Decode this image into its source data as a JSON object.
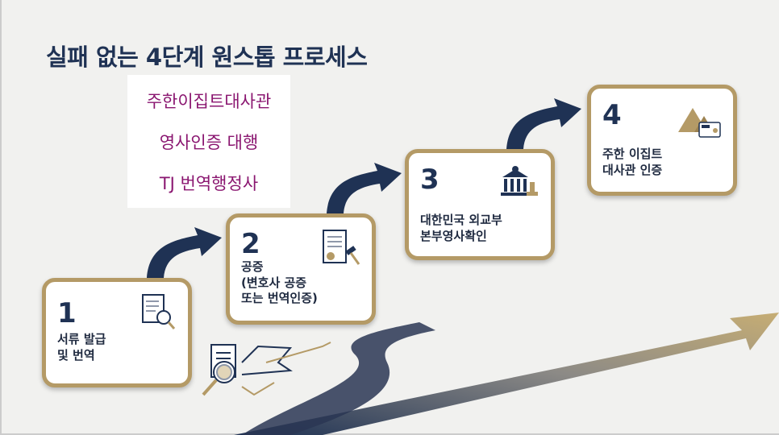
{
  "title": "실패 없는 4단계 원스톱 프로세스",
  "note": {
    "lines": [
      "주한이집트대사관",
      "영사인증 대행",
      "TJ 번역행정사"
    ]
  },
  "steps": [
    {
      "number": "1",
      "label": "서류 발급\n및 번역",
      "icon": "document-search-icon"
    },
    {
      "number": "2",
      "label": "공증\n(변호사 공증\n또는 번역인증)",
      "icon": "certificate-gavel-icon"
    },
    {
      "number": "3",
      "label": "대한민국 외교부\n본부영사확인",
      "icon": "government-building-stamp-icon"
    },
    {
      "number": "4",
      "label": "주한 이집트\n대사관 인증",
      "icon": "pyramid-visa-icon"
    }
  ],
  "colors": {
    "navy": "#1f3254",
    "gold": "#b49a66",
    "purple": "#8a1670"
  }
}
